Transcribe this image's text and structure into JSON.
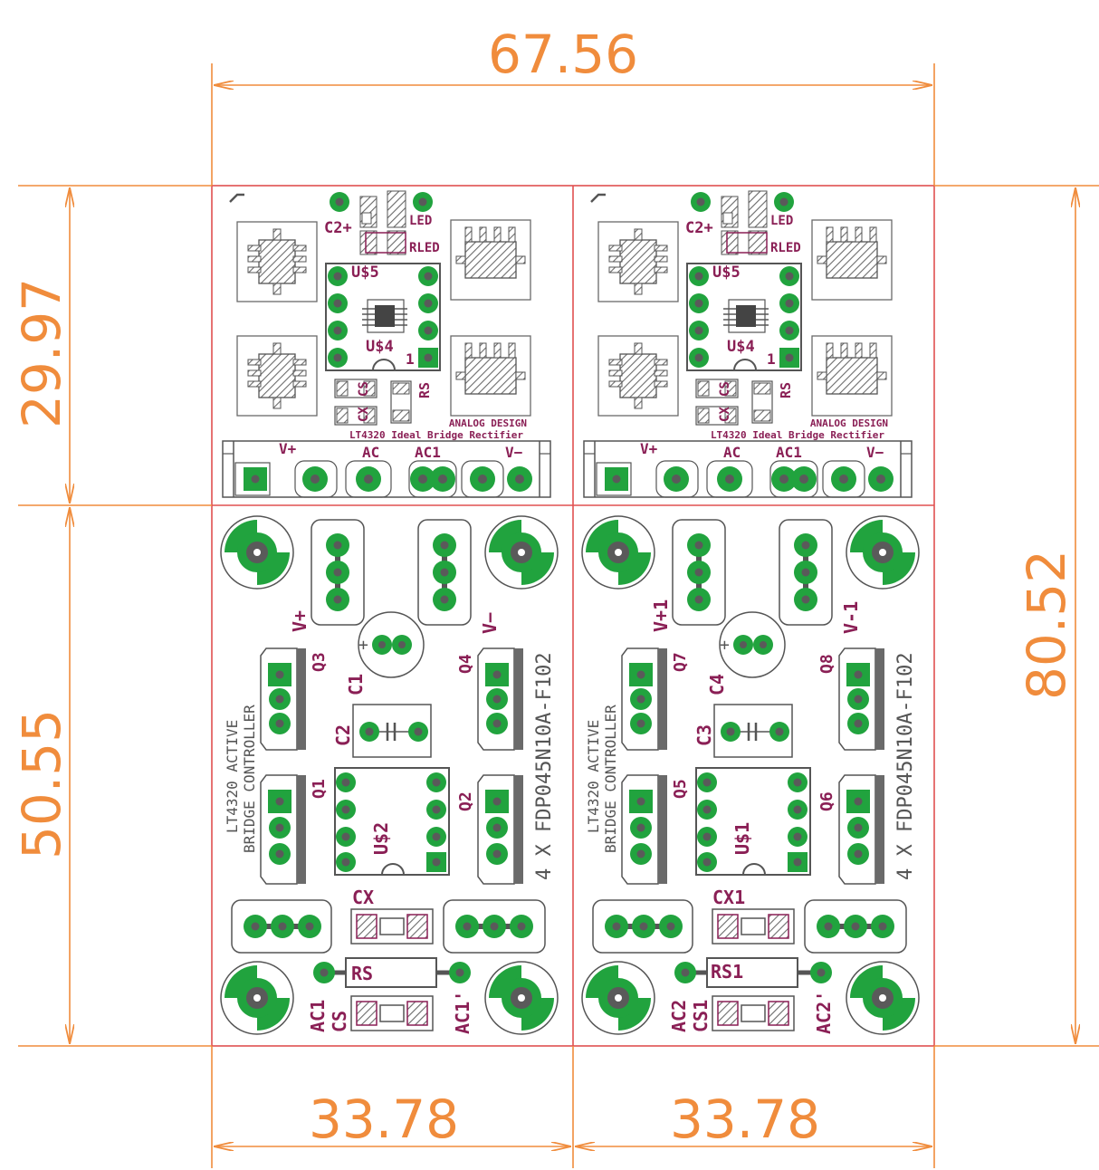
{
  "colors": {
    "dimension": "#f08c3c",
    "board_outline": "#e05050",
    "pad": "#21a33e",
    "pad_hole": "#5a5a5a",
    "silkscreen_label": "#8a1f55",
    "silkscreen_outline": "#555555"
  },
  "dimensions": {
    "top_width": "67.56",
    "bottom_left_width": "33.78",
    "bottom_right_width": "33.78",
    "left_top_height": "29.97",
    "left_bottom_height": "50.55",
    "right_height": "80.52"
  },
  "top_left": {
    "c2": "C2+",
    "led": "LED",
    "rled": "RLED",
    "u5": "U$5",
    "u4": "U$4",
    "pin1": "1",
    "cs": "CS",
    "cx": "CX",
    "rs": "RS",
    "brand": "ANALOG DESIGN",
    "product": "LT4320 Ideal Bridge Rectifier",
    "t_vp": "V+",
    "t_ac": "AC",
    "t_ac1": "AC1",
    "t_vm": "V−"
  },
  "top_right": {
    "c2": "C2+",
    "led": "LED",
    "rled": "RLED",
    "u5": "U$5",
    "u4": "U$4",
    "pin1": "1",
    "cs": "CS",
    "cx": "CX",
    "rs": "RS",
    "brand": "ANALOG DESIGN",
    "product": "LT4320 Ideal Bridge Rectifier",
    "t_vp": "V+",
    "t_ac": "AC",
    "t_ac1": "AC1",
    "t_vm": "V−"
  },
  "bottom_left": {
    "c1": "C1",
    "vp": "V+",
    "vm": "V−",
    "q3": "Q3",
    "q4": "Q4",
    "q1": "Q1",
    "q2": "Q2",
    "c2": "C2",
    "u2": "U$2",
    "ctrl1": "LT4320 ACTIVE",
    "ctrl2": "BRIDGE CONTROLLER",
    "fets": "4 X FDP045N10A-F102",
    "cx": "CX",
    "rs": "RS",
    "ac_l": "AC1",
    "cs": "CS",
    "ac_r": "AC1'"
  },
  "bottom_right": {
    "c1": "C4",
    "vp": "V+1",
    "vm": "V-1",
    "q3": "Q7",
    "q4": "Q8",
    "q1": "Q5",
    "q2": "Q6",
    "c2": "C3",
    "u2": "U$1",
    "ctrl1": "LT4320 ACTIVE",
    "ctrl2": "BRIDGE CONTROLLER",
    "fets": "4 X FDP045N10A-F102",
    "cx": "CX1",
    "rs": "RS1",
    "ac_l": "AC2",
    "cs": "CS1",
    "ac_r": "AC2'"
  }
}
